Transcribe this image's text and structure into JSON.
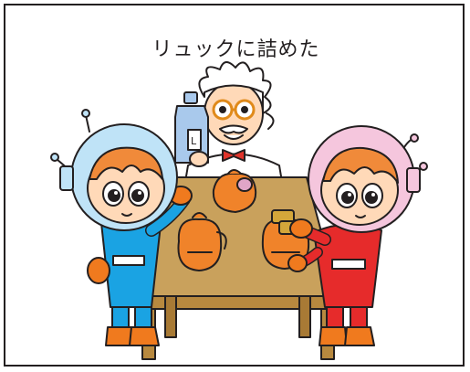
{
  "caption": "リュックに詰めた",
  "colors": {
    "outline": "#231f20",
    "helmet_blue": "#bfe3f7",
    "suit_blue": "#1aa3e3",
    "helmet_pink": "#f5c6dd",
    "suit_red": "#e62b2b",
    "skin": "#ffd9b8",
    "hair": "#f08a3a",
    "orange_glove": "#f07a1e",
    "table": "#c9a15c",
    "sack": "#f0832a",
    "bottle": "#a9c9ec",
    "professor_coat": "#ffffff",
    "bow_tie": "#e0332a"
  },
  "figures": [
    {
      "name": "boy-astronaut",
      "icon": "boy-in-blue-space-suit"
    },
    {
      "name": "professor",
      "icon": "professor-holding-bottle"
    },
    {
      "name": "girl-astronaut",
      "icon": "girl-in-red-space-suit"
    },
    {
      "name": "table",
      "icon": "wooden-table"
    },
    {
      "name": "backpacks",
      "icon": "orange-drawstring-sacks"
    }
  ]
}
